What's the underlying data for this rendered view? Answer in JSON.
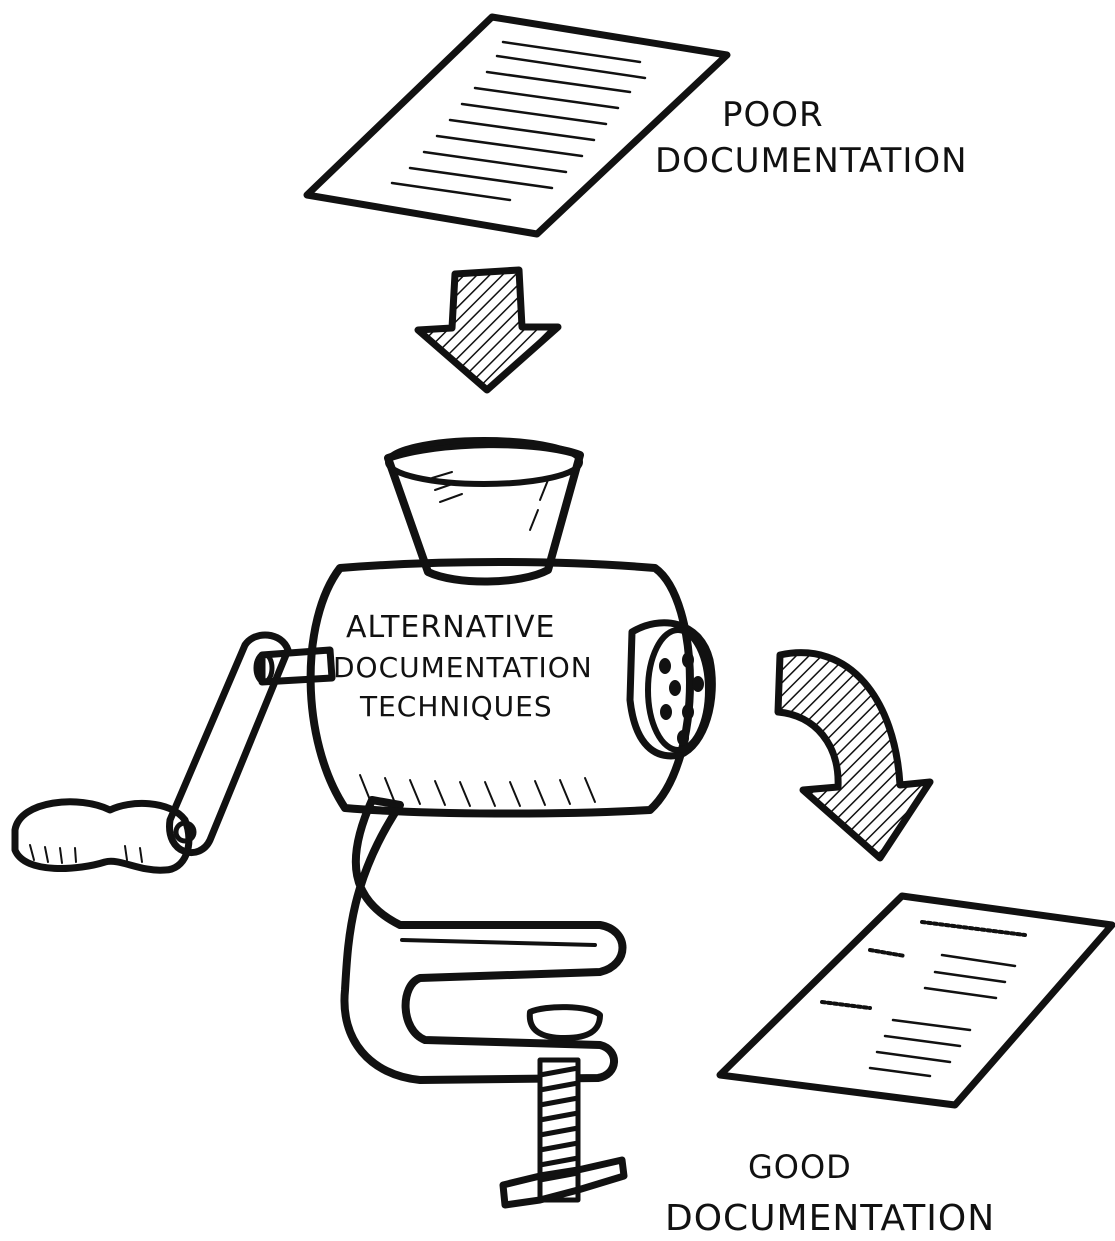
{
  "labels": {
    "poor_line1": "POOR",
    "poor_line2": "DOCUMENTATION",
    "machine_line1": "ALTERNATIVE",
    "machine_line2": "DOCUMENTATION",
    "machine_line3": "TECHNIQUES",
    "good_line1": "GOOD",
    "good_line2": "DOCUMENTATION"
  },
  "colors": {
    "ink": "#111111",
    "paper": "#ffffff"
  },
  "icons": {
    "input_document": "document-icon",
    "output_document": "document-icon",
    "down_arrow": "arrow-down-icon",
    "curved_arrow": "curved-arrow-icon",
    "machine": "meat-grinder-icon"
  }
}
